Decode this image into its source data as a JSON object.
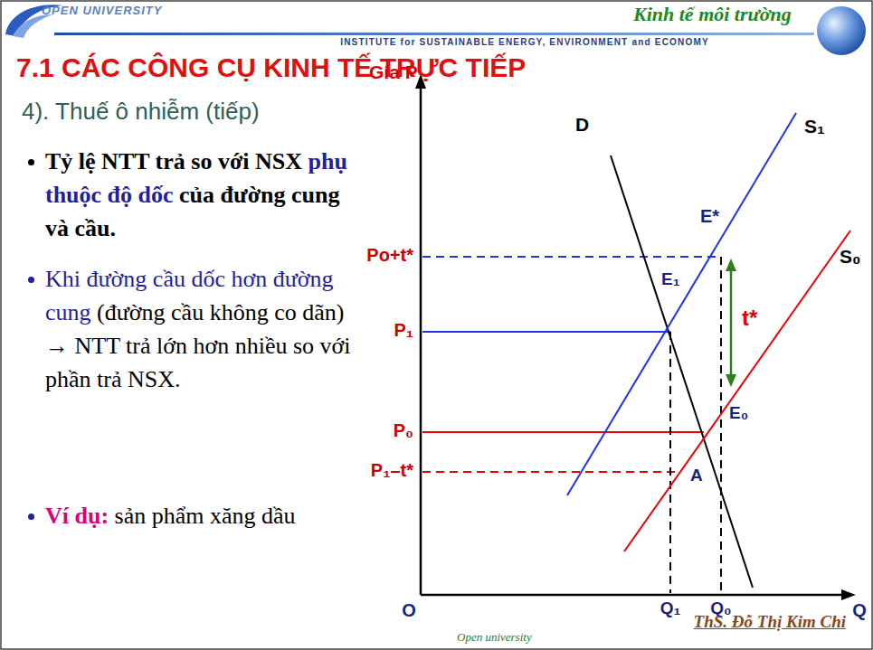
{
  "diagram": {
    "title": "7.1 CÁC CÔNG CỤ KINH TẾ TRỰC TIẾP",
    "labels": [
      "OPEN UNIVERSITY",
      "Kinh tế môi trường",
      "INSTITUTE for SUSTAINABLE ENERGY, ENVIRONMENT and ECONOMY",
      "4). Thuế ô nhiễm (tiếp)",
      "Tỷ lệ NTT trả so với NSX",
      "phụ thuộc độ dốc",
      "của đường cung và cầu.",
      "Khi đường cầu dốc hơn đường cung",
      "(đường cầu không co dãn) → NTT trả lớn hơn nhiều so với phần trả NSX.",
      "Ví dụ:",
      "sản phẩm xăng dầu",
      "Gía P",
      "D",
      "S₁",
      "E*",
      "Po+t*",
      "S₀",
      "E₁",
      "t*",
      "P₁",
      "P₀",
      "E₀",
      "P₁–t*",
      "A",
      "O",
      "Q₁",
      "Q₀",
      "Q",
      "Open university",
      "ThS. Đỗ Thị Kim Chi"
    ]
  }
}
